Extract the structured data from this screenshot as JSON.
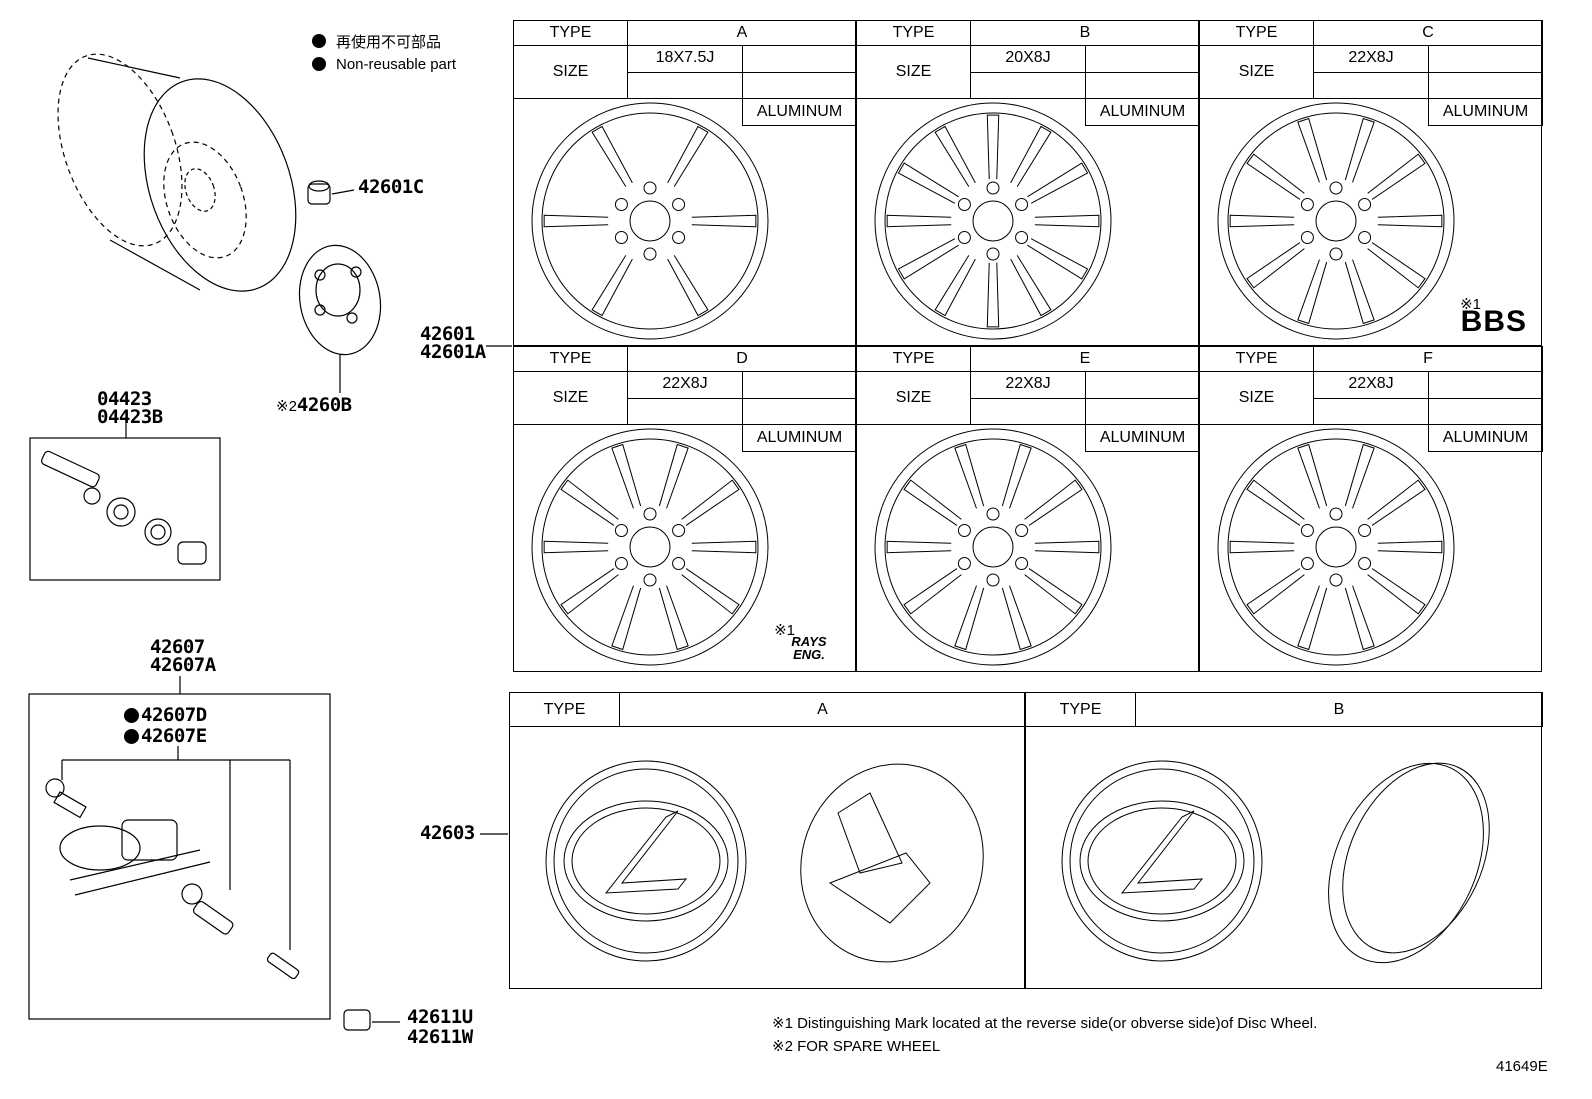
{
  "legend": {
    "nonreusable_jp": "再使用不可部品",
    "nonreusable_en": "Non-reusable part"
  },
  "parts": {
    "p42601C": "42601C",
    "p4260B_prefix": "※2",
    "p4260B": "4260B",
    "p04423": "04423",
    "p04423B": "04423B",
    "p42607": "42607",
    "p42607A": "42607A",
    "p42607D": "42607D",
    "p42607E": "42607E",
    "p42611U": "42611U",
    "p42611W": "42611W",
    "p42601": "42601",
    "p42601A": "42601A",
    "p42603": "42603"
  },
  "wheels": [
    {
      "type_label": "TYPE",
      "type": "A",
      "size_label": "SIZE",
      "size": "18X7.5J",
      "material": "ALUMINUM",
      "mark": ""
    },
    {
      "type_label": "TYPE",
      "type": "B",
      "size_label": "SIZE",
      "size": "20X8J",
      "material": "ALUMINUM",
      "mark": ""
    },
    {
      "type_label": "TYPE",
      "type": "C",
      "size_label": "SIZE",
      "size": "22X8J",
      "material": "ALUMINUM",
      "mark": "※1",
      "brand": "BBS"
    },
    {
      "type_label": "TYPE",
      "type": "D",
      "size_label": "SIZE",
      "size": "22X8J",
      "material": "ALUMINUM",
      "mark": "※1",
      "brand": "RAYS ENG."
    },
    {
      "type_label": "TYPE",
      "type": "E",
      "size_label": "SIZE",
      "size": "22X8J",
      "material": "ALUMINUM",
      "mark": ""
    },
    {
      "type_label": "TYPE",
      "type": "F",
      "size_label": "SIZE",
      "size": "22X8J",
      "material": "ALUMINUM",
      "mark": ""
    }
  ],
  "caps": [
    {
      "type_label": "TYPE",
      "type": "A"
    },
    {
      "type_label": "TYPE",
      "type": "B"
    }
  ],
  "notes": {
    "note1": "※1 Distinguishing Mark located at the reverse side(or obverse side)of Disc Wheel.",
    "note2": "※2 FOR SPARE WHEEL"
  },
  "figure_id": "41649E"
}
